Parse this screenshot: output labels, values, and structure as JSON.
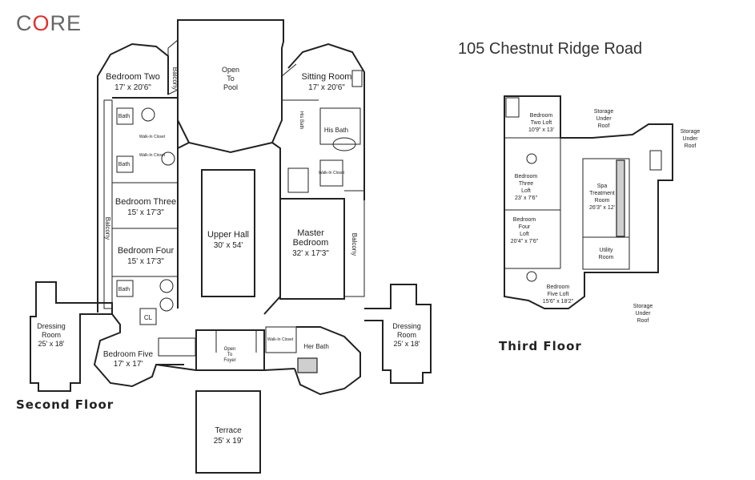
{
  "header": {
    "logo_pre": "C",
    "logo_o": "O",
    "logo_post": "RE",
    "address": "105 Chestnut Ridge Road"
  },
  "floors": {
    "second_title": "Second Floor",
    "third_title": "Third Floor"
  },
  "second_floor": {
    "balcony_a": "Balcony",
    "open_to_pool_1": "Open",
    "open_to_pool_2": "To",
    "open_to_pool_3": "Pool",
    "bedroom_two_name": "Bedroom Two",
    "bedroom_two_size": "17' x 20'6\"",
    "sitting_room_name": "Sitting Room",
    "sitting_room_size": "17' x 20'6\"",
    "bath_1": "Bath",
    "bath_2": "Bath",
    "walk_in_closet_a": "Walk-In Closet",
    "walk_in_closet_b": "Walk-In Closet",
    "his_bath": "His Bath",
    "his_bath_2": "His Bath",
    "walk_in_closet_c": "Walk-In Closet",
    "bedroom_three_name": "Bedroom Three",
    "bedroom_three_size": "15' x 17'3\"",
    "upper_hall_name": "Upper Hall",
    "upper_hall_size": "30' x 54'",
    "master_name_1": "Master",
    "master_name_2": "Bedroom",
    "master_size": "32' x 17'3\"",
    "balcony_b": "Balcony",
    "balcony_c": "Balcony",
    "bedroom_four_name": "Bedroom Four",
    "bedroom_four_size": "15' x 17'3\"",
    "bath_3": "Bath",
    "dressing_left_1": "Dressing",
    "dressing_left_2": "Room",
    "dressing_left_size": "25' x 18'",
    "cl": "CL",
    "bedroom_five_name": "Bedroom Five",
    "bedroom_five_size": "17' x 17'",
    "open_to_foyer_1": "Open",
    "open_to_foyer_2": "To",
    "open_to_foyer_3": "Foyer",
    "walk_in_closet_d": "Walk-In Closet",
    "her_bath": "Her Bath",
    "dressing_right_1": "Dressing",
    "dressing_right_2": "Room",
    "dressing_right_size": "25' x 18'",
    "terrace_name": "Terrace",
    "terrace_size": "25' x 19'"
  },
  "third_floor": {
    "bedroom_two_loft_1": "Bedroom",
    "bedroom_two_loft_2": "Two Loft",
    "bedroom_two_loft_size": "10'9\" x 13'",
    "storage_a_1": "Storage",
    "storage_a_2": "Under",
    "storage_a_3": "Roof",
    "storage_b_1": "Storage",
    "storage_b_2": "Under",
    "storage_b_3": "Roof",
    "bedroom_three_loft_1": "Bedroom",
    "bedroom_three_loft_2": "Three",
    "bedroom_three_loft_3": "Loft",
    "bedroom_three_loft_size": "23' x 7'6\"",
    "spa_1": "Spa",
    "spa_2": "Treatment",
    "spa_3": "Room",
    "spa_size": "26'3\" x 12'",
    "bedroom_four_loft_1": "Bedroom",
    "bedroom_four_loft_2": "Four",
    "bedroom_four_loft_3": "Loft",
    "bedroom_four_loft_size": "20'4\" x 7'6\"",
    "utility_1": "Utility",
    "utility_2": "Room",
    "bedroom_five_loft_1": "Bedroom",
    "bedroom_five_loft_2": "Five Loft",
    "bedroom_five_loft_size": "15'6\" x 18'2\"",
    "storage_c_1": "Storage",
    "storage_c_2": "Under",
    "storage_c_3": "Roof"
  },
  "colors": {
    "logo_grey": "#666666",
    "logo_accent": "#e0322f",
    "ink": "#222222",
    "shading": "#cfcfcf"
  }
}
